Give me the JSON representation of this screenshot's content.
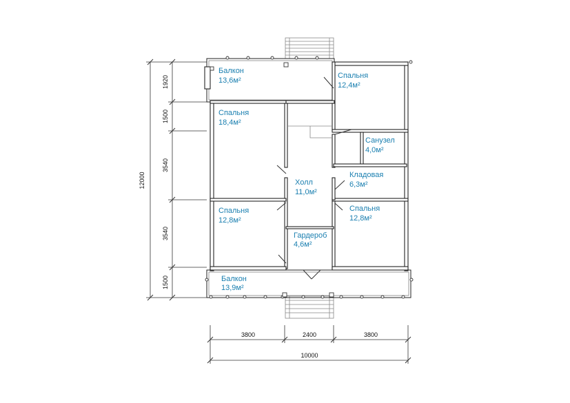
{
  "rooms": {
    "balcony_top": {
      "name": "Балкон",
      "area": "13,6м²"
    },
    "bedroom_tr": {
      "name": "Спальня",
      "area": "12,4м²"
    },
    "bedroom_tl": {
      "name": "Спальня",
      "area": "18,4м²"
    },
    "bathroom": {
      "name": "Санузел",
      "area": "4,0м²"
    },
    "storage": {
      "name": "Кладовая",
      "area": "6,3м²"
    },
    "hall": {
      "name": "Холл",
      "area": "11,0м²"
    },
    "bedroom_bl": {
      "name": "Спальня",
      "area": "12,8м²"
    },
    "bedroom_br": {
      "name": "Спальня",
      "area": "12,8м²"
    },
    "wardrobe": {
      "name": "Гардероб",
      "area": "4,6м²"
    },
    "balcony_bottom": {
      "name": "Балкон",
      "area": "13,9м²"
    }
  },
  "dimensions": {
    "vertical": {
      "total": "12000",
      "segments": [
        "1920",
        "1500",
        "3540",
        "3540",
        "1500"
      ]
    },
    "horizontal": {
      "total": "10000",
      "segments": [
        "3800",
        "2400",
        "3800"
      ]
    }
  },
  "colors": {
    "label": "#1a7fb0",
    "wall": "#222222",
    "background": "#ffffff"
  }
}
